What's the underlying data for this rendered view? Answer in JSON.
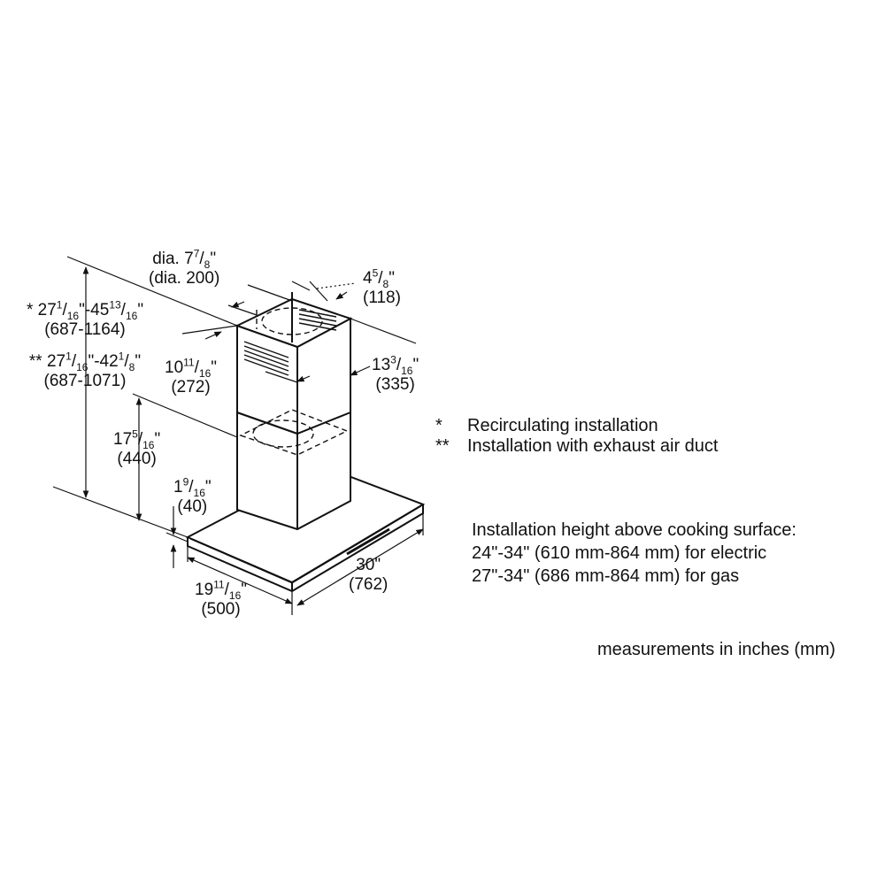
{
  "dimensions": {
    "duct_diameter": {
      "prefix": "dia. ",
      "whole": "7",
      "num": "7",
      "den": "8",
      "unit": "\"",
      "mm": "(dia. 200)"
    },
    "chimney_depth_top": {
      "whole": "4",
      "num": "5",
      "den": "8",
      "unit": "\"",
      "mm": "(118)"
    },
    "overall_height_recirc": {
      "prefix": "* ",
      "a_whole": "27",
      "a_num": "1",
      "a_den": "16",
      "b_whole": "45",
      "b_num": "13",
      "b_den": "16",
      "unit": "\"",
      "mm": "(687-1164)"
    },
    "overall_height_exhaust": {
      "prefix": "** ",
      "a_whole": "27",
      "a_num": "1",
      "a_den": "16",
      "b_whole": "42",
      "b_num": "1",
      "b_den": "8",
      "unit": "\"",
      "mm": "(687-1071)"
    },
    "chimney_width": {
      "whole": "10",
      "num": "11",
      "den": "16",
      "unit": "\"",
      "mm": "(272)"
    },
    "chimney_depth": {
      "whole": "13",
      "num": "3",
      "den": "16",
      "unit": "\"",
      "mm": "(335)"
    },
    "lower_chimney_height": {
      "whole": "17",
      "num": "5",
      "den": "16",
      "unit": "\"",
      "mm": "(440)"
    },
    "canopy_thickness": {
      "whole": "1",
      "num": "9",
      "den": "16",
      "unit": "\"",
      "mm": "(40)"
    },
    "hood_width": {
      "whole": "30",
      "unit": "\"",
      "mm": "(762)"
    },
    "hood_depth": {
      "whole": "19",
      "num": "11",
      "den": "16",
      "unit": "\"",
      "mm": "(500)"
    }
  },
  "legend": [
    {
      "mark": "*",
      "text": "Recirculating installation"
    },
    {
      "mark": "**",
      "text": "Installation with exhaust air duct"
    }
  ],
  "installation_note": {
    "title": "Installation height above cooking surface:",
    "electric": "24\"-34\" (610 mm-864 mm) for electric",
    "gas": "27\"-34\" (686 mm-864 mm) for gas"
  },
  "units_note": "measurements in inches (mm)"
}
